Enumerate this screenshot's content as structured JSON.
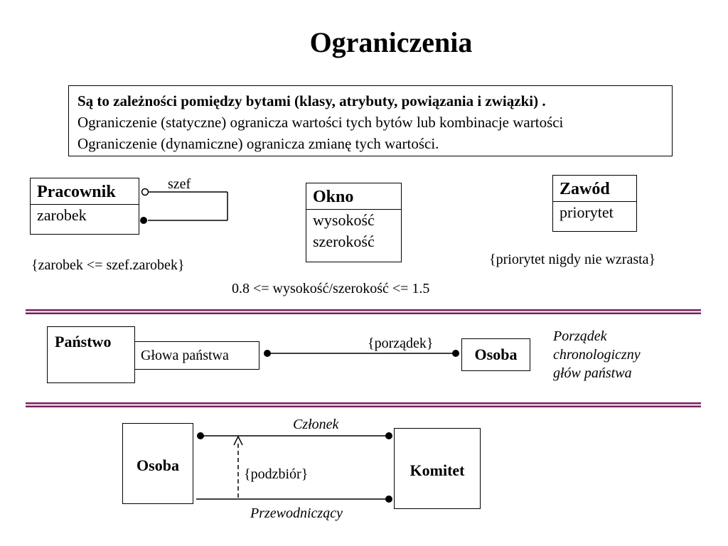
{
  "title": "Ograniczenia",
  "definition": {
    "line1": "Są to zależności pomiędzy bytami (klasy, atrybuty, powiązania i związki) .",
    "line2": "Ograniczenie (statyczne) ogranicza wartości tych bytów lub kombinacje wartości",
    "line3": "Ograniczenie (dynamiczne) ogranicza zmianę tych wartości."
  },
  "pracownik": {
    "name": "Pracownik",
    "attr": "zarobek",
    "assoc_label": "szef",
    "constraint": "{zarobek <= szef.zarobek}"
  },
  "okno": {
    "name": "Okno",
    "attr1": "wysokość",
    "attr2": "szerokość",
    "constraint": "0.8 <= wysokość/szerokość <= 1.5"
  },
  "zawod": {
    "name": "Zawód",
    "attr": "priorytet",
    "constraint": "{priorytet nigdy nie wzrasta}"
  },
  "panstwo": {
    "name": "Państwo",
    "qualifier": "Głowa państwa",
    "osoba": "Osoba",
    "constraint": "{porządek}",
    "note1": "Porządek",
    "note2": "chronologiczny",
    "note3": "głów państwa"
  },
  "komitet": {
    "osoba": "Osoba",
    "komitet": "Komitet",
    "member_label": "Członek",
    "chair_label": "Przewodniczący",
    "subset": "{podzbiór}"
  },
  "colors": {
    "divider": "#7a1f5e"
  }
}
